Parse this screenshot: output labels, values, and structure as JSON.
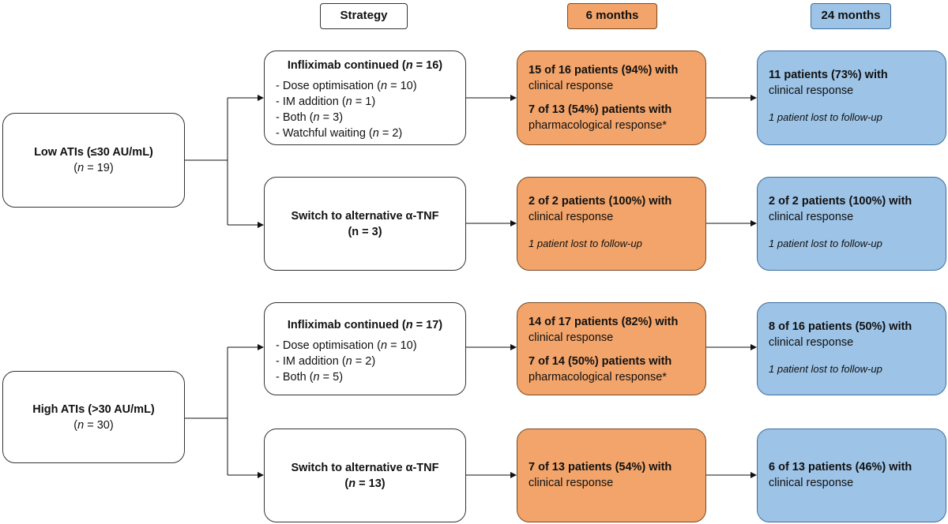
{
  "headers": {
    "strategy": "Strategy",
    "six_months": "6 months",
    "twenty_four_months": "24 months"
  },
  "groups": {
    "low": {
      "label": "Low ATIs (≤30 AU/mL)",
      "n_prefix": "n",
      "n_suffix": " = 19"
    },
    "high": {
      "label": "High ATIs (>30 AU/mL)",
      "n_prefix": "n",
      "n_suffix": " = 30)"
    }
  },
  "strategies": {
    "low_continued": {
      "title": "Infliximab continued (",
      "title_n": "n",
      "title_end": " = 16)",
      "items": [
        {
          "pre": "- Dose optimisation (",
          "n": "n",
          "post": " = 10)"
        },
        {
          "pre": "- IM addition (",
          "n": "n",
          "post": " = 1)"
        },
        {
          "pre": "- Both (",
          "n": "n",
          "post": " = 3)"
        },
        {
          "pre": "- Watchful waiting (",
          "n": "n",
          "post": " = 2)"
        }
      ]
    },
    "low_switch": {
      "line1": "Switch to alternative α-TNF",
      "line2": "(n = 3)"
    },
    "high_continued": {
      "title": "Infliximab continued (",
      "title_n": "n",
      "title_end": " = 17)",
      "items": [
        {
          "pre": "- Dose optimisation (",
          "n": "n",
          "post": " = 10)"
        },
        {
          "pre": "- IM addition (",
          "n": "n",
          "post": " = 2)"
        },
        {
          "pre": "- Both (",
          "n": "n",
          "post": " = 5)"
        }
      ]
    },
    "high_switch": {
      "line1": "Switch to alternative α-TNF",
      "line2_pre": "(",
      "line2_n": "n",
      "line2_post": " = 13)"
    }
  },
  "six_months": {
    "low_continued": {
      "bold1": "15 of 16 patients (94%) with",
      "plain1": "clinical response",
      "bold2": "7 of 13 (54%) patients with",
      "plain2": "pharmacological response*"
    },
    "low_switch": {
      "bold1": "2 of 2 patients (100%) with",
      "plain1": "clinical response",
      "note": "1 patient lost to follow-up"
    },
    "high_continued": {
      "bold1": "14 of 17 patients (82%) with",
      "plain1": "clinical response",
      "bold2": "7 of 14 (50%) patients with",
      "plain2": "pharmacological response*"
    },
    "high_switch": {
      "bold1": "7 of 13 patients (54%) with",
      "plain1": "clinical response"
    }
  },
  "twenty_four_months": {
    "low_continued": {
      "bold1": "11 patients (73%) with",
      "plain1": "clinical response",
      "note": "1 patient lost to follow-up"
    },
    "low_switch": {
      "bold1": "2 of 2 patients (100%) with",
      "plain1": "clinical response",
      "note": "1 patient lost to follow-up"
    },
    "high_continued": {
      "bold1": "8 of 16 patients (50%) with",
      "plain1": "clinical response",
      "note": "1 patient lost to follow-up"
    },
    "high_switch": {
      "bold1": "6 of 13 patients (46%) with",
      "plain1": "clinical response"
    }
  },
  "colors": {
    "six_months_fill": "#f2a46a",
    "twenty_four_months_fill": "#9dc3e6"
  }
}
